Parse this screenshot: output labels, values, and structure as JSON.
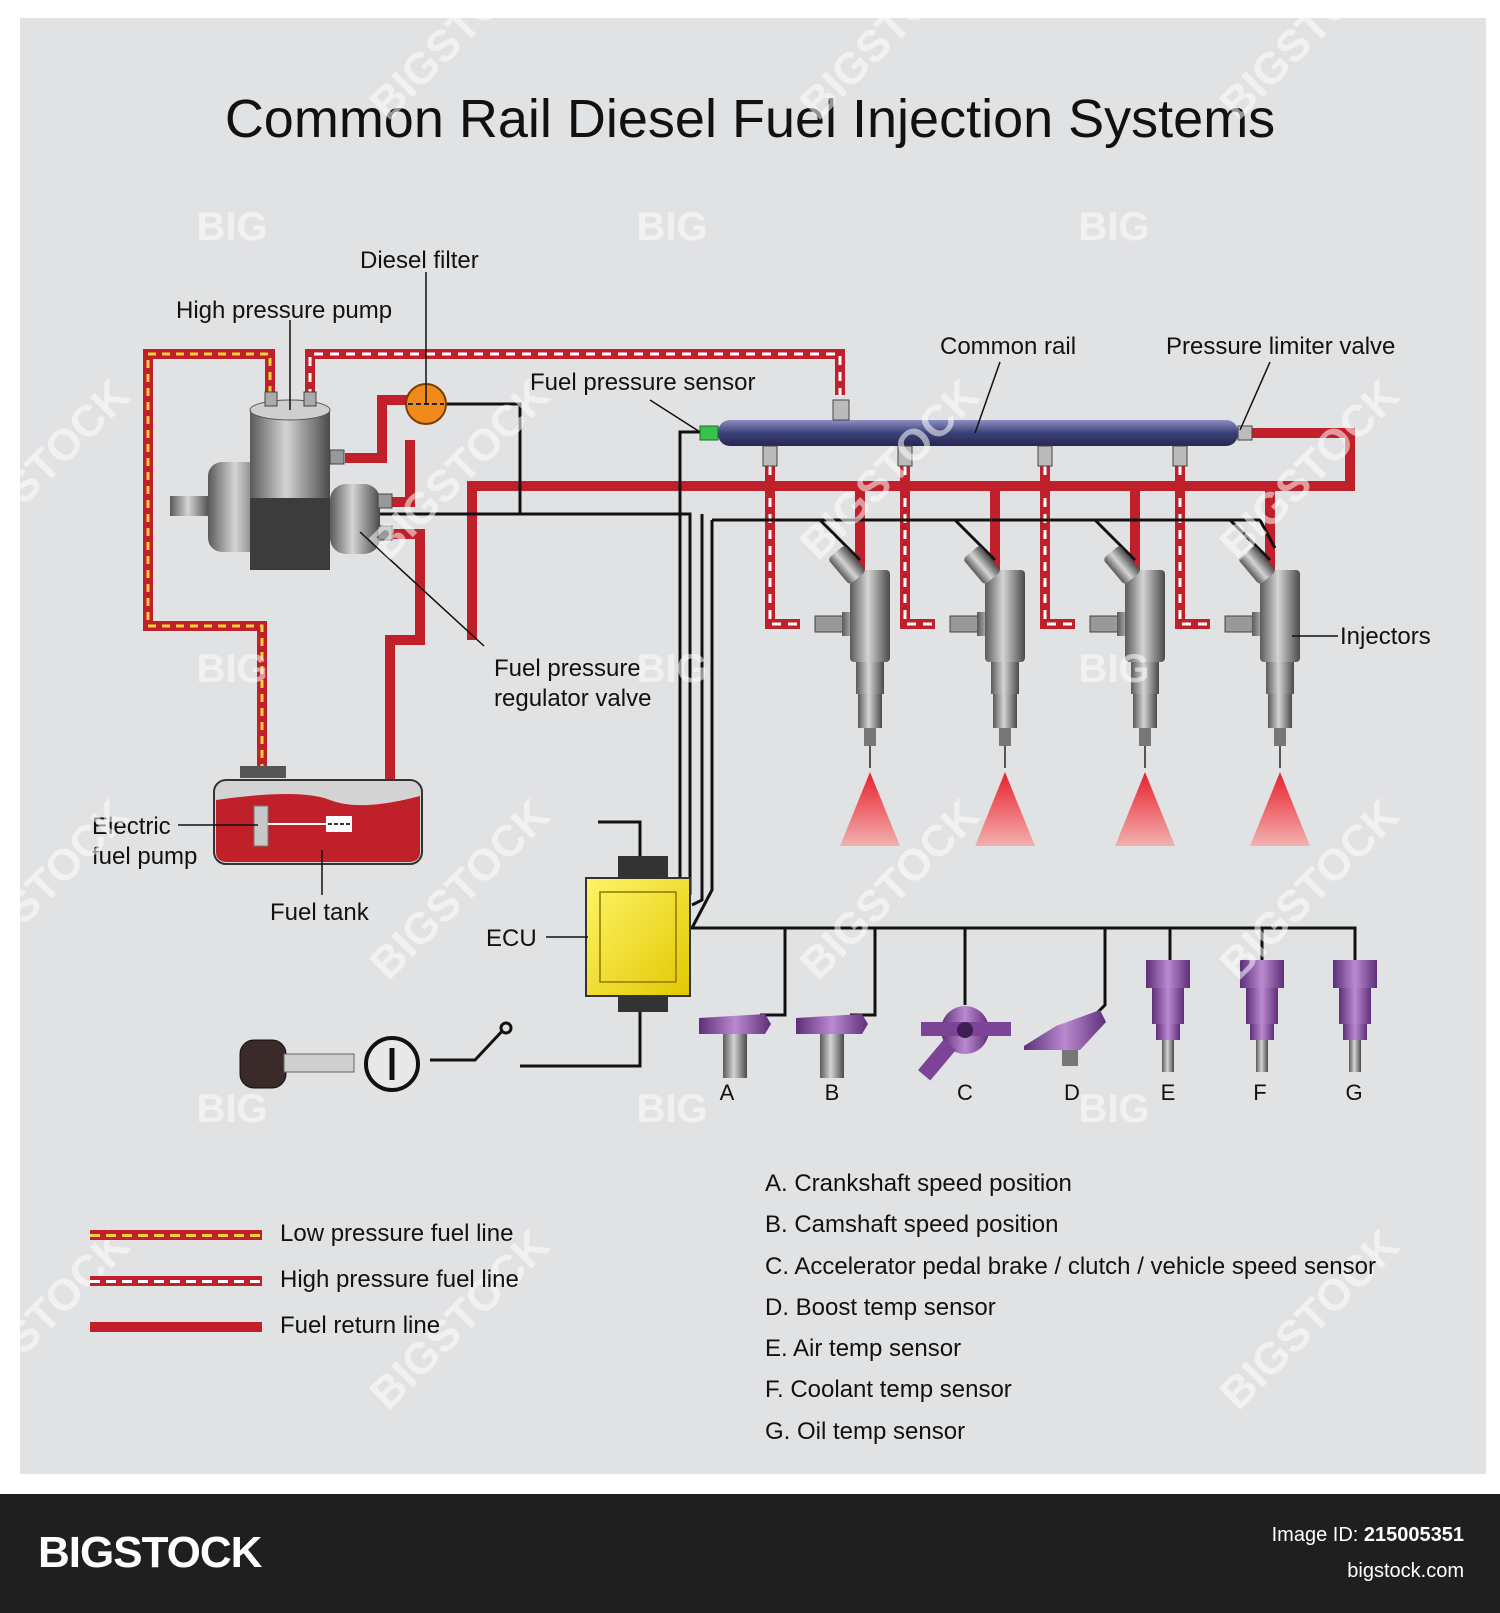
{
  "title": "Common Rail Diesel Fuel Injection Systems",
  "labels": {
    "diesel_filter": "Diesel filter",
    "high_pressure_pump": "High pressure pump",
    "common_rail": "Common rail",
    "pressure_limiter_valve": "Pressure limiter valve",
    "fuel_pressure_sensor": "Fuel pressure sensor",
    "injectors": "Injectors",
    "fuel_pressure_regulator_valve_1": "Fuel pressure",
    "fuel_pressure_regulator_valve_2": "regulator valve",
    "electric_fuel_pump_1": "Electric",
    "electric_fuel_pump_2": "fuel pump",
    "fuel_tank": "Fuel tank",
    "ecu": "ECU"
  },
  "sensor_letters": [
    "A",
    "B",
    "C",
    "D",
    "E",
    "F",
    "G"
  ],
  "sensor_legend": [
    "A.  Crankshaft speed position",
    "B.  Camshaft speed position",
    "C.  Accelerator pedal brake / clutch / vehicle speed sensor",
    "D.  Boost temp sensor",
    "E.  Air temp sensor",
    "F.  Coolant temp sensor",
    "G. Oil temp sensor"
  ],
  "line_legend": [
    {
      "label": "Low pressure fuel line",
      "color": "#c0202a",
      "dash": "#f2d13a"
    },
    {
      "label": "High pressure fuel line",
      "color": "#c0202a",
      "dash": "#ffffff"
    },
    {
      "label": "Fuel return line",
      "color": "#c0202a",
      "dash": ""
    }
  ],
  "colors": {
    "fuel_line": "#c0202a",
    "low_pressure_dash": "#f2d13a",
    "ecu": "#f5e400",
    "sensor": "#8a4fa6",
    "rail": "#4a4e86"
  },
  "watermark": {
    "big": "BIG",
    "bigstock": "BIGSTOCK"
  },
  "footer": {
    "brand": "BIGSTOCK",
    "image_id_label": "Image ID:",
    "image_id": "215005351",
    "site": "bigstock.com"
  }
}
